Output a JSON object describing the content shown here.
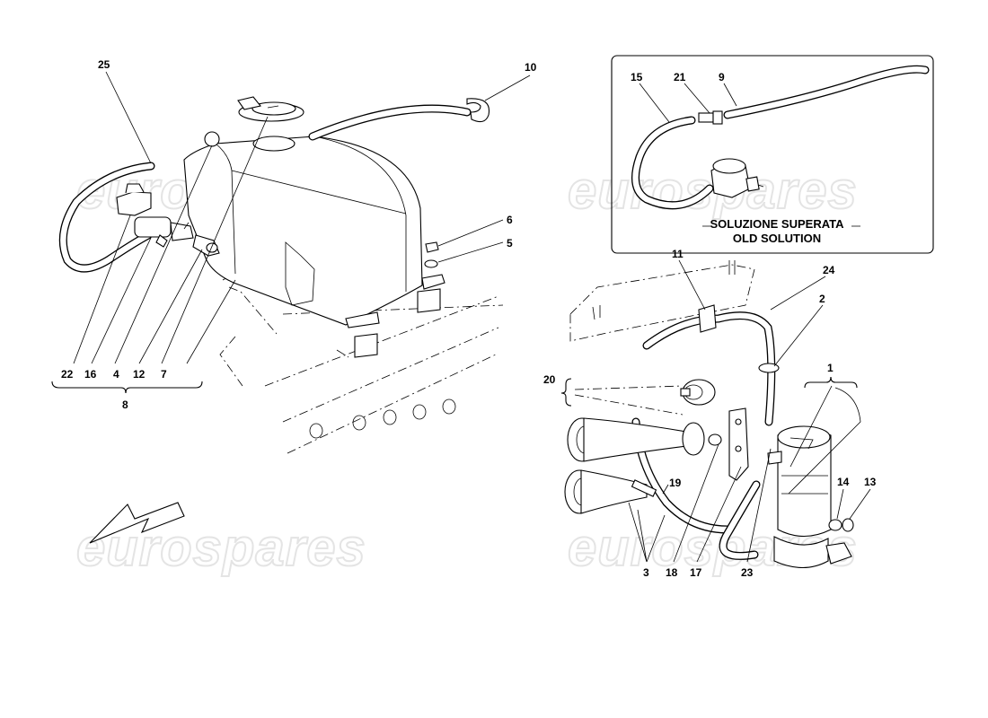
{
  "watermark": "eurospares",
  "inset": {
    "caption_line1": "SOLUZIONE SUPERATA",
    "caption_line2": "OLD SOLUTION"
  },
  "callouts": {
    "c25": "25",
    "c10": "10",
    "c6": "6",
    "c5": "5",
    "c22": "22",
    "c16": "16",
    "c4": "4",
    "c12": "12",
    "c7": "7",
    "c8": "8",
    "c15": "15",
    "c21": "21",
    "c9": "9",
    "c11": "11",
    "c24": "24",
    "c2": "2",
    "c1": "1",
    "c20": "20",
    "c19": "19",
    "c14": "14",
    "c13": "13",
    "c3": "3",
    "c18": "18",
    "c17": "17",
    "c23": "23"
  }
}
